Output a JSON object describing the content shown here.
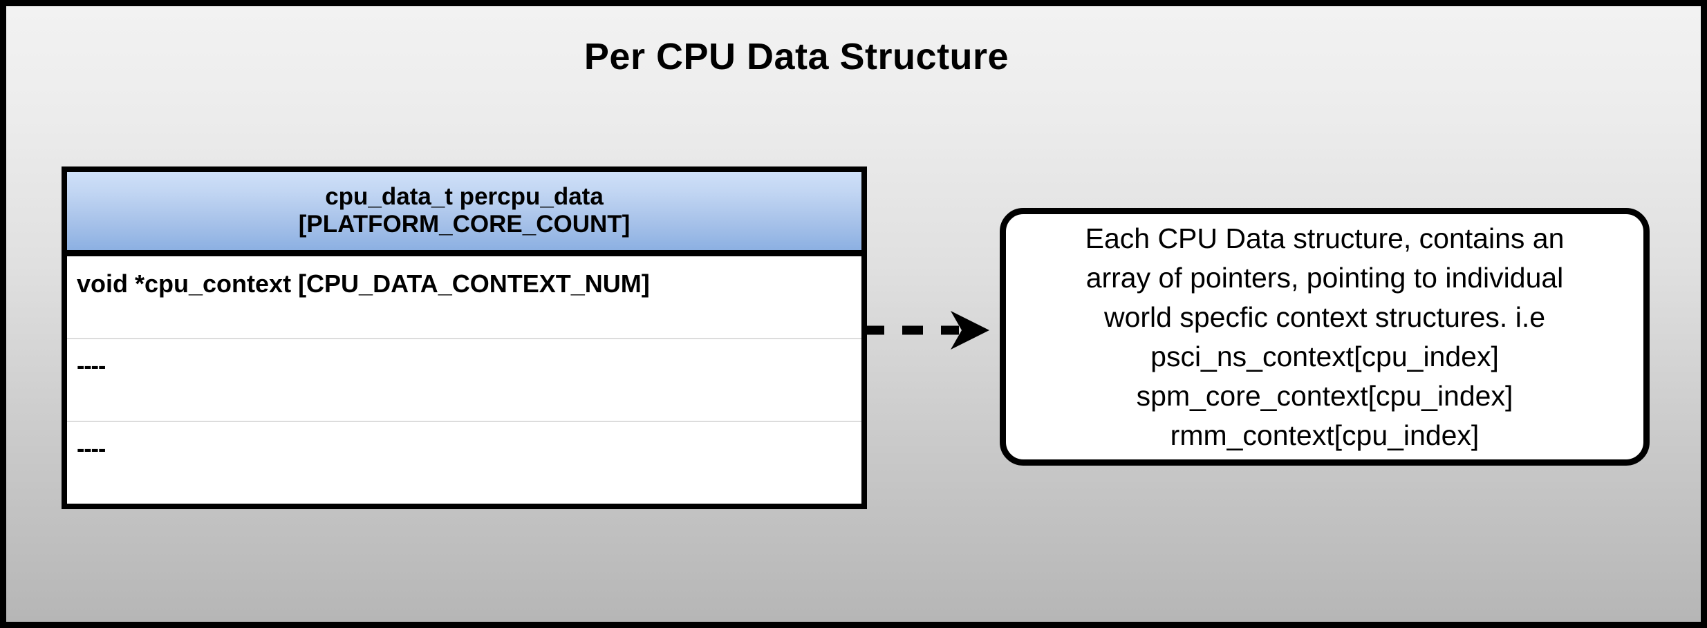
{
  "title": "Per CPU Data Structure",
  "struct": {
    "header_lines": [
      "cpu_data_t percpu_data",
      "[PLATFORM_CORE_COUNT]"
    ],
    "rows": [
      {
        "text": "void *cpu_context [CPU_DATA_CONTEXT_NUM]"
      },
      {
        "text": "----"
      },
      {
        "text": "----"
      }
    ]
  },
  "connector": {
    "icon": "dashed-arrow-right-icon",
    "style": "dashed",
    "direction": "right"
  },
  "callout": {
    "lines": [
      "Each CPU Data structure, contains an",
      "array of pointers, pointing to individual",
      "world specfic context structures. i.e",
      "psci_ns_context[cpu_index]",
      "spm_core_context[cpu_index]",
      "rmm_context[cpu_index]"
    ]
  },
  "colors": {
    "page_border": "#000000",
    "background_top": "#f2f2f2",
    "background_bottom": "#b6b6b6",
    "header_gradient_top": "#cfe0f8",
    "header_gradient_bottom": "#8cb0e2",
    "box_border": "#000000",
    "row_divider": "#dcdcdc",
    "body_fill": "#ffffff",
    "text": "#000000"
  }
}
